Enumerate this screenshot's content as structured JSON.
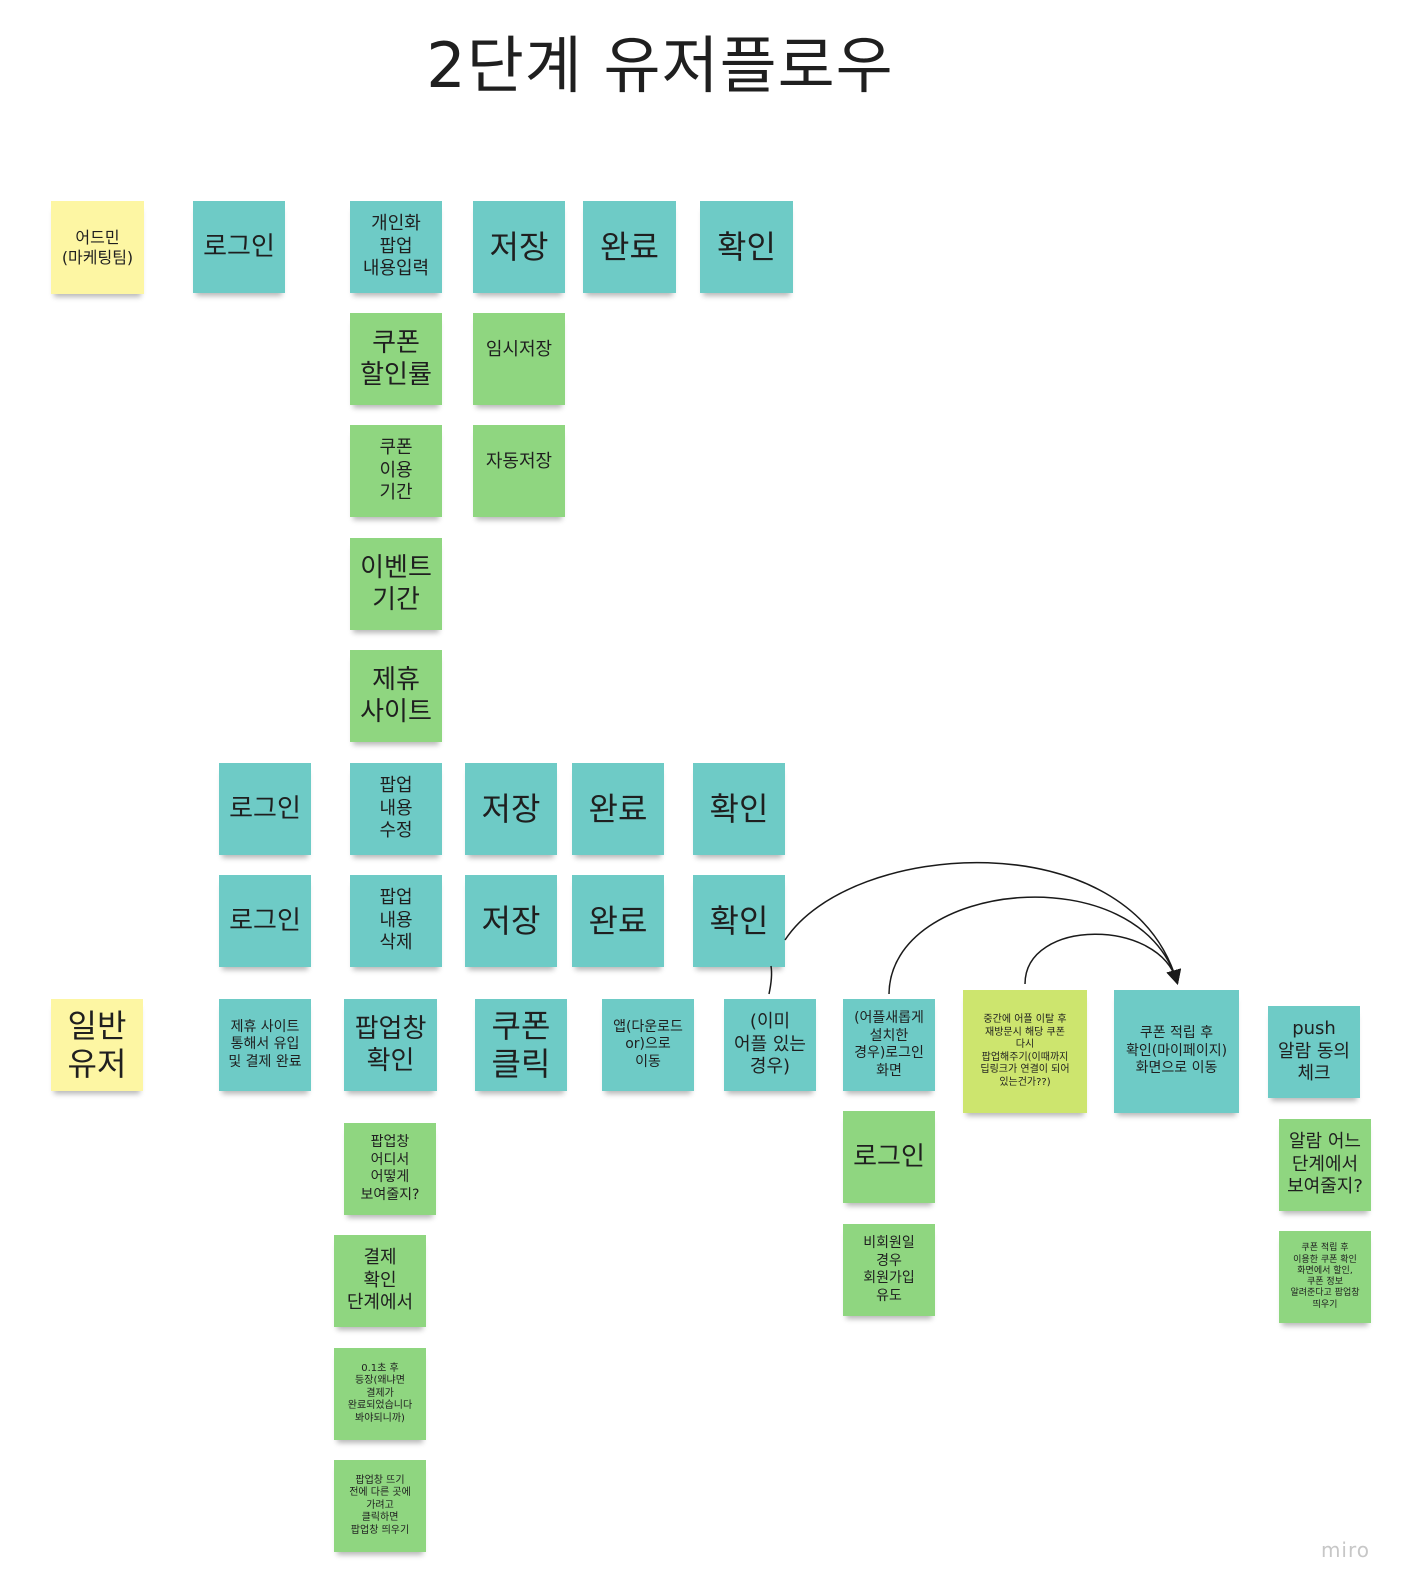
{
  "title": "2단계 유저플로우",
  "brand": "miro",
  "colors": {
    "teal": "#6ecbc6",
    "green": "#8fd680",
    "yellow": "#fdf6a3",
    "lime": "#cde56e",
    "connector": "#1a1a1a"
  },
  "admin_flow": {
    "actor": "어드민\n(마케팅팀)",
    "create_row": [
      "로그인",
      "개인화\n팝업\n내용입력",
      "저장",
      "완료",
      "확인"
    ],
    "inputs": [
      "쿠폰\n할인률",
      "쿠폰\n이용\n기간",
      "이벤트\n기간",
      "제휴\n사이트"
    ],
    "save_options": [
      "임시저장",
      "자동저장"
    ],
    "edit_row": [
      "로그인",
      "팝업\n내용\n수정",
      "저장",
      "완료",
      "확인"
    ],
    "delete_row": [
      "로그인",
      "팝업\n내용\n삭제",
      "저장",
      "완료",
      "확인"
    ]
  },
  "user_flow": {
    "actor": "일반\n유저",
    "steps": [
      "제휴 사이트\n통해서 유입\n및 결제 완료",
      "팝업창\n확인",
      "쿠폰\n클릭",
      "앱(다운로드\nor)으로\n이동",
      "(이미\n어플 있는\n경우)",
      "(어플새롭게\n설치한\n경우)로그인\n화면",
      "중간에 어플 이탈 후\n재방문시 해당 쿠폰\n다시\n팝업해주기(이때까지\n딥링크가 연결이 되어\n있는건가??)",
      "쿠폰 적립 후\n확인(마이페이지)\n화면으로 이동",
      "push\n알람 동의\n체크"
    ],
    "popup_notes": [
      "팝업창\n어디서\n어떻게\n보여줄지?",
      "결제\n확인\n단계에서",
      "0.1초 후\n등장(왜냐면\n결제가\n완료되었습니다\n봐야되니까)",
      "팝업창 뜨기\n전에 다른 곳에\n가려고\n클릭하면\n팝업창 띄우기"
    ],
    "login_notes": [
      "로그인",
      "비회원일\n경우\n회원가입\n유도"
    ],
    "push_notes": [
      "알람 어느\n단계에서\n보여줄지?",
      "쿠폰 적립 후\n이용한 쿠폰 확인\n화면에서 할인,\n쿠폰 정보\n알려준다고 팝업창\n띄우기"
    ]
  }
}
